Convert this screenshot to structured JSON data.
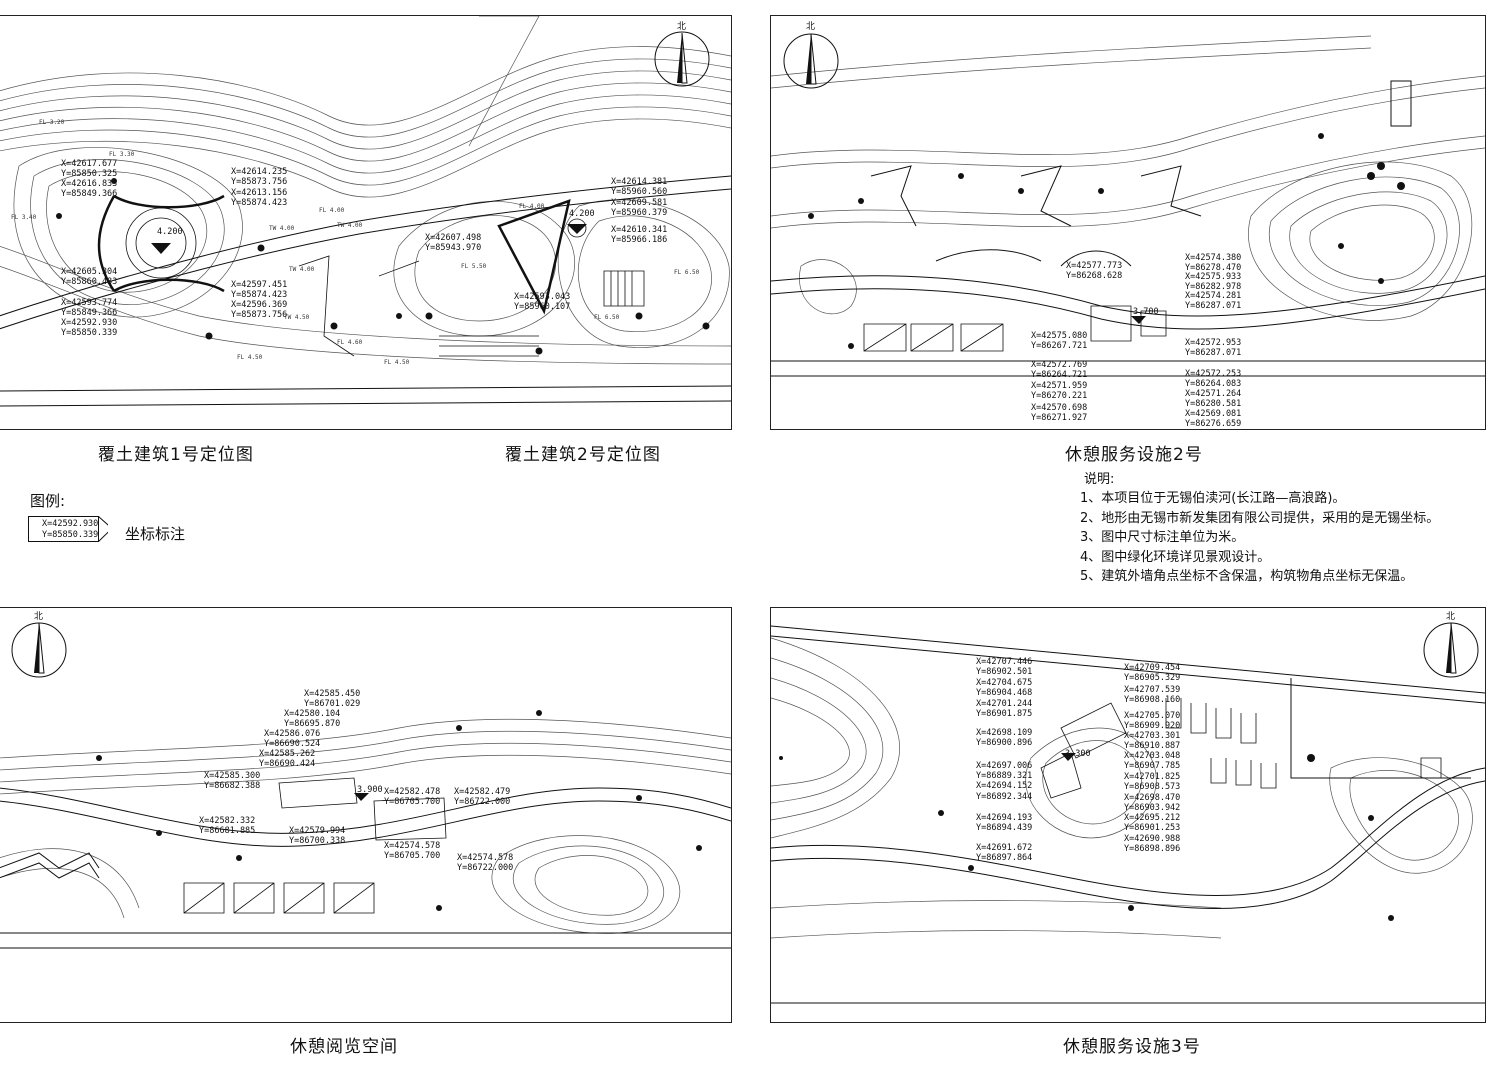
{
  "titles": {
    "t1": "覆土建筑1号定位图",
    "t2": "覆土建筑2号定位图",
    "t3": "休憩服务设施2号",
    "t4": "休憩阅览空间",
    "t5": "休憩服务设施3号"
  },
  "north": "北",
  "legend": {
    "title": "图例:",
    "x": "X=42592.930",
    "y": "Y=85850.339",
    "label": "坐标标注"
  },
  "notes": {
    "heading": "说明:",
    "items": [
      "1、本项目位于无锡伯渎河(长江路—高浪路)。",
      "2、地形由无锡市新发集团有限公司提供，采用的是无锡坐标。",
      "3、图中尺寸标注单位为米。",
      "4、图中绿化环境详见景观设计。",
      "5、建筑外墙角点坐标不含保温，构筑物角点坐标无保温。"
    ]
  },
  "panel1": {
    "coords": [
      "X=42617.677",
      "Y=85850.325",
      "X=42616.833",
      "Y=85849.366",
      "X=42614.235",
      "Y=85873.756",
      "X=42613.156",
      "Y=85874.423",
      "X=42605.304",
      "Y=85860.483",
      "X=42597.451",
      "Y=85874.423",
      "X=42596.369",
      "Y=85873.756",
      "X=42593.774",
      "Y=85849.366",
      "X=42592.930",
      "Y=85850.339",
      "X=42607.498",
      "Y=85943.970",
      "X=42614.381",
      "Y=85960.560",
      "X=42609.581",
      "Y=85960.379",
      "X=42610.341",
      "Y=85966.186",
      "X=42593.043",
      "Y=85960.107"
    ],
    "levels": [
      "4.200",
      "4.200"
    ],
    "elevs": [
      "FL 3.20",
      "FL 3.30",
      "FL 3.40",
      "TW 4.00",
      "TW 4.00",
      "FL 4.00",
      "TW 4.50",
      "FL 4.50",
      "FL 4.50",
      "FL 5.50",
      "FL 6.50",
      "FL 6.50",
      "FL 4.00",
      "TW 4.00",
      "FL 4.60"
    ]
  },
  "panel2": {
    "coords": [
      "X=42577.773",
      "Y=86268.628",
      "X=42574.380",
      "Y=86278.470",
      "X=42575.933",
      "Y=86282.978",
      "X=42574.281",
      "Y=86287.071",
      "X=42575.080",
      "Y=86267.721",
      "X=42572.769",
      "Y=86264.721",
      "X=42571.959",
      "Y=86270.221",
      "X=42570.698",
      "Y=86271.927",
      "X=42572.953",
      "Y=86287.071",
      "X=42572.253",
      "Y=86264.083",
      "X=42571.264",
      "Y=86280.581",
      "X=42569.081",
      "Y=86276.659"
    ],
    "level": "3.700"
  },
  "panel3": {
    "coords": [
      "X=42585.450",
      "Y=86701.029",
      "X=42580.104",
      "Y=86695.870",
      "X=42586.076",
      "Y=86690.524",
      "X=42585.262",
      "Y=86690.424",
      "X=42585.300",
      "Y=86682.388",
      "X=42582.332",
      "Y=86681.885",
      "X=42579.994",
      "Y=86700.338",
      "X=42582.478",
      "Y=86705.700",
      "X=42582.479",
      "Y=86722.000",
      "X=42574.578",
      "Y=86705.700",
      "X=42574.578",
      "Y=86722.000"
    ],
    "level": "3.900"
  },
  "panel4": {
    "coords": [
      "X=42707.446",
      "Y=86902.501",
      "X=42704.675",
      "Y=86904.468",
      "X=42701.244",
      "Y=86901.875",
      "X=42698.109",
      "Y=86900.896",
      "X=42697.006",
      "Y=86889.321",
      "X=42694.152",
      "Y=86892.344",
      "X=42694.193",
      "Y=86894.439",
      "X=42691.672",
      "Y=86897.864",
      "X=42709.454",
      "Y=86905.329",
      "X=42707.539",
      "Y=86908.160",
      "X=42705.070",
      "Y=86909.920",
      "X=42703.301",
      "Y=86910.887",
      "X=42703.048",
      "Y=86907.785",
      "X=42701.825",
      "Y=86908.573",
      "X=42698.470",
      "Y=86903.942",
      "X=42695.212",
      "Y=86901.253",
      "X=42690.988",
      "Y=86898.896"
    ],
    "level": "3.300"
  }
}
